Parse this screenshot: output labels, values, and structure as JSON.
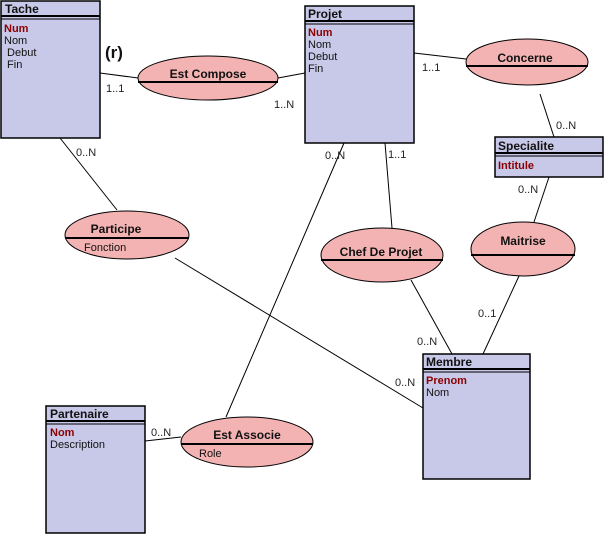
{
  "colors": {
    "entity_fill": "#c8c8e8",
    "relationship_fill": "#f4b3b3",
    "stroke": "#000000",
    "key_text": "#8b0000"
  },
  "entities": {
    "tache": {
      "title": "Tache",
      "key": "Num",
      "attrs": [
        "Nom",
        " Debut",
        " Fin"
      ]
    },
    "projet": {
      "title": "Projet",
      "key": "Num",
      "attrs": [
        "Nom",
        "Debut",
        "Fin"
      ]
    },
    "specialite": {
      "title": "Specialite",
      "key": "Intitule",
      "attrs": []
    },
    "membre": {
      "title": "Membre",
      "key": "Prenom",
      "attrs": [
        "Nom"
      ]
    },
    "partenaire": {
      "title": "Partenaire",
      "key": "Nom",
      "attrs": [
        "Description"
      ]
    }
  },
  "relationships": {
    "est_compose": {
      "title": "Est Compose",
      "attrs": []
    },
    "concerne": {
      "title": "Concerne",
      "attrs": []
    },
    "participe": {
      "title": "Participe",
      "attrs": [
        "Fonction"
      ]
    },
    "chef_de_projet": {
      "title": "Chef De Projet",
      "attrs": []
    },
    "maitrise": {
      "title": "Maitrise",
      "attrs": []
    },
    "est_associe": {
      "title": "Est Associe",
      "attrs": [
        "Role"
      ]
    }
  },
  "annotations": {
    "reflexive_marker": "(r)"
  },
  "cardinalities": {
    "tache_est_compose": "1..1",
    "projet_est_compose": "1..N",
    "projet_concerne": "1..1",
    "specialite_concerne": "0..N",
    "specialite_maitrise": "0..N",
    "tache_participe": "0..N",
    "projet_est_associe": "0..N",
    "projet_chef": "1..1",
    "membre_chef": "0..N",
    "membre_maitrise": "0..1",
    "membre_participe": "0..N",
    "partenaire_est_associe": "0..N"
  }
}
